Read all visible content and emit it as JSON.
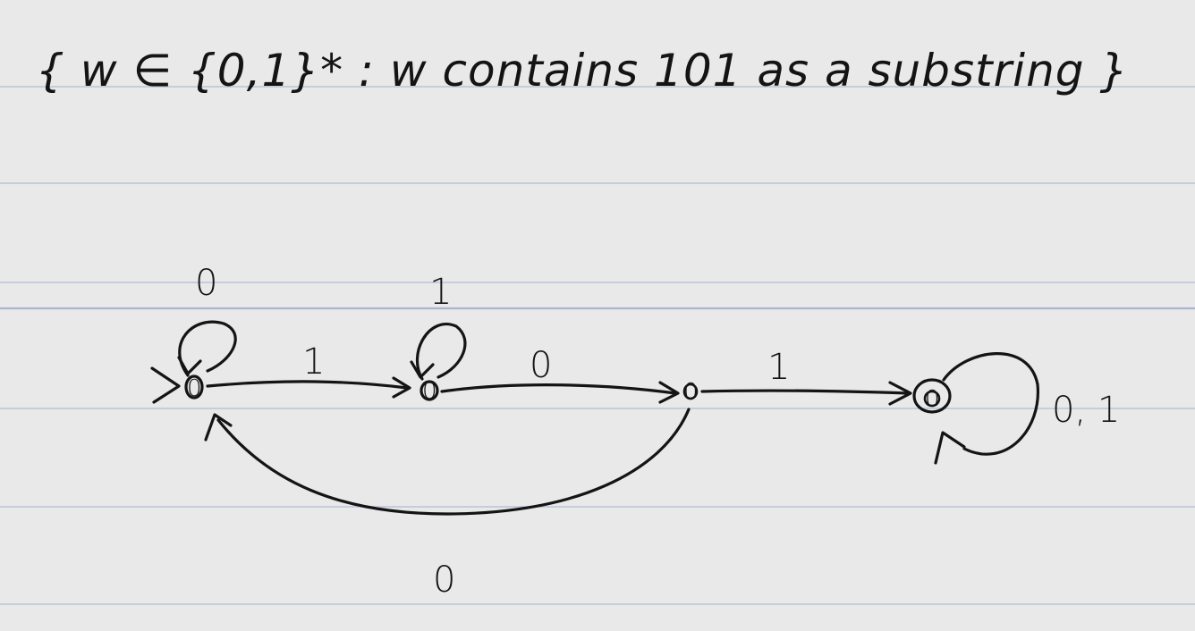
{
  "title": "{ w ∈ {0,1}* : w contains 101 as a substring }",
  "states": [
    {
      "id": "q0",
      "label": "0",
      "start": true,
      "accept": false
    },
    {
      "id": "q1",
      "label": "0",
      "start": false,
      "accept": false
    },
    {
      "id": "q2",
      "label": "0",
      "start": false,
      "accept": false
    },
    {
      "id": "q3",
      "label": "0",
      "start": false,
      "accept": true
    }
  ],
  "transitions": [
    {
      "from": "q0",
      "to": "q0",
      "label": "0"
    },
    {
      "from": "q0",
      "to": "q1",
      "label": "1"
    },
    {
      "from": "q1",
      "to": "q1",
      "label": "1"
    },
    {
      "from": "q1",
      "to": "q2",
      "label": "0"
    },
    {
      "from": "q2",
      "to": "q3",
      "label": "1"
    },
    {
      "from": "q3",
      "to": "q3",
      "label": "0, 1"
    },
    {
      "from": "q2",
      "to": "q0",
      "label": "0"
    }
  ],
  "colors": {
    "paper": "#e9e9ea",
    "rule": "#b9c2d8",
    "ink": "#141414"
  }
}
